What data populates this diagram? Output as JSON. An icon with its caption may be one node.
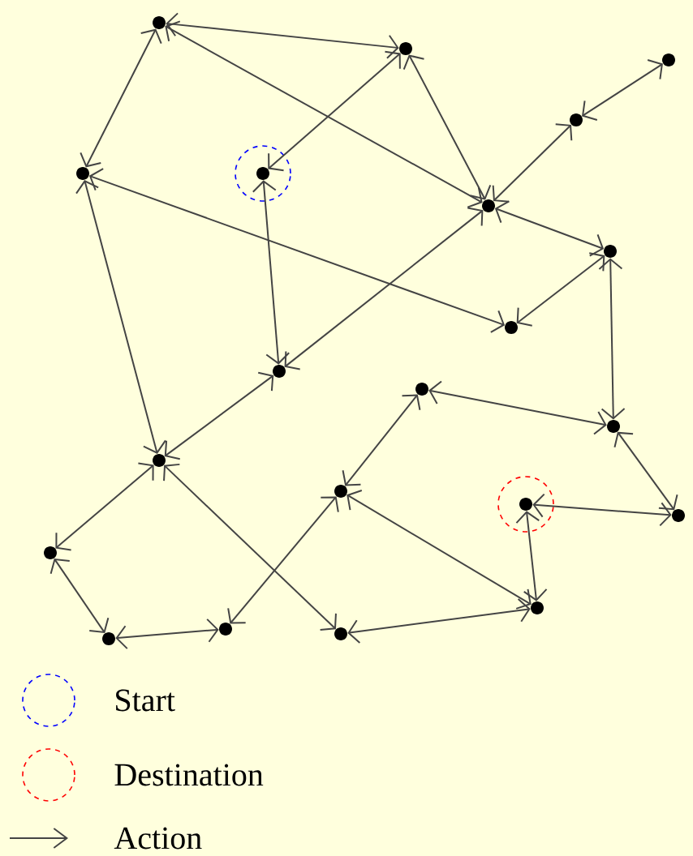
{
  "diagram": {
    "nodes": [
      {
        "text": [],
        "shape": "circle"
      },
      {
        "text": [],
        "shape": "circle"
      },
      {
        "text": [],
        "shape": "circle"
      },
      {
        "text": [],
        "shape": "circle"
      },
      {
        "text": [],
        "shape": "circle"
      },
      {
        "text": [],
        "shape": "circle"
      },
      {
        "text": [],
        "shape": "circle"
      },
      {
        "text": [],
        "shape": "circle"
      },
      {
        "text": [],
        "shape": "circle"
      },
      {
        "text": [],
        "shape": "circle"
      },
      {
        "text": [],
        "shape": "circle"
      },
      {
        "text": [],
        "shape": "circle"
      },
      {
        "text": [],
        "shape": "circle"
      },
      {
        "text": [],
        "shape": "circle"
      },
      {
        "text": [],
        "shape": "circle"
      },
      {
        "text": [],
        "shape": "circle"
      },
      {
        "text": [],
        "shape": "circle"
      },
      {
        "text": [],
        "shape": "circle"
      },
      {
        "text": [],
        "shape": "circle"
      },
      {
        "text": [],
        "shape": "circle"
      },
      {
        "text": [],
        "shape": "circle"
      }
    ],
    "edges": [
      {
        "from": 0,
        "to": 1,
        "arrow": "both"
      },
      {
        "from": 0,
        "to": 2,
        "arrow": "both"
      },
      {
        "from": 0,
        "to": 6,
        "arrow": "both"
      },
      {
        "from": 1,
        "to": 3,
        "arrow": "both"
      },
      {
        "from": 1,
        "to": 6,
        "arrow": "both"
      },
      {
        "from": 2,
        "to": 8,
        "arrow": "both"
      },
      {
        "from": 2,
        "to": 11,
        "arrow": "both"
      },
      {
        "from": 3,
        "to": 9,
        "arrow": "both"
      },
      {
        "from": 6,
        "to": 4,
        "arrow": "both"
      },
      {
        "from": 4,
        "to": 5,
        "arrow": "both"
      },
      {
        "from": 6,
        "to": 7,
        "arrow": "both"
      },
      {
        "from": 7,
        "to": 8,
        "arrow": "both"
      },
      {
        "from": 7,
        "to": 12,
        "arrow": "both"
      },
      {
        "from": 9,
        "to": 6,
        "arrow": "both"
      },
      {
        "from": 9,
        "to": 11,
        "arrow": "both"
      },
      {
        "from": 12,
        "to": 10,
        "arrow": "both"
      },
      {
        "from": 12,
        "to": 15,
        "arrow": "both"
      },
      {
        "from": 15,
        "to": 14,
        "arrow": "both"
      },
      {
        "from": 20,
        "to": 14,
        "arrow": "both"
      },
      {
        "from": 11,
        "to": 16,
        "arrow": "both"
      },
      {
        "from": 11,
        "to": 19,
        "arrow": "both"
      },
      {
        "from": 16,
        "to": 17,
        "arrow": "both"
      },
      {
        "from": 17,
        "to": 18,
        "arrow": "both"
      },
      {
        "from": 18,
        "to": 13,
        "arrow": "both"
      },
      {
        "from": 13,
        "to": 10,
        "arrow": "both"
      },
      {
        "from": 13,
        "to": 20,
        "arrow": "both"
      },
      {
        "from": 19,
        "to": 20,
        "arrow": "both"
      }
    ],
    "legend": [
      {
        "text": "Start"
      },
      {
        "text": "Destination"
      },
      {
        "text": "Action"
      }
    ]
  }
}
